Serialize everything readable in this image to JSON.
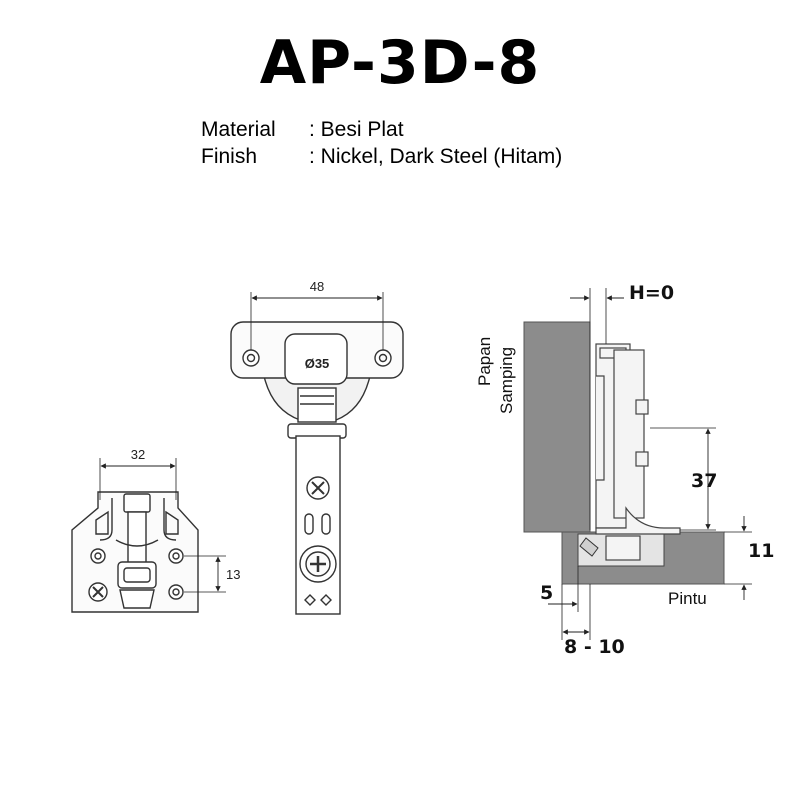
{
  "title": "AP-3D-8",
  "specs": [
    {
      "key": "Material",
      "value": ": Besi Plat"
    },
    {
      "key": "Finish",
      "value": ": Nickel, Dark Steel (Hitam)"
    }
  ],
  "hinge": {
    "dim_width": "48",
    "cup_diameter": "Ø35"
  },
  "plate": {
    "dim_width": "32",
    "dim_height": "13"
  },
  "side_view": {
    "overlay": "H=0",
    "height": "37",
    "thickness": "11",
    "gap": "5",
    "boring": "8 - 10",
    "panel_label_1": "Papan",
    "panel_label_2": "Samping",
    "door_label": "Pintu"
  }
}
